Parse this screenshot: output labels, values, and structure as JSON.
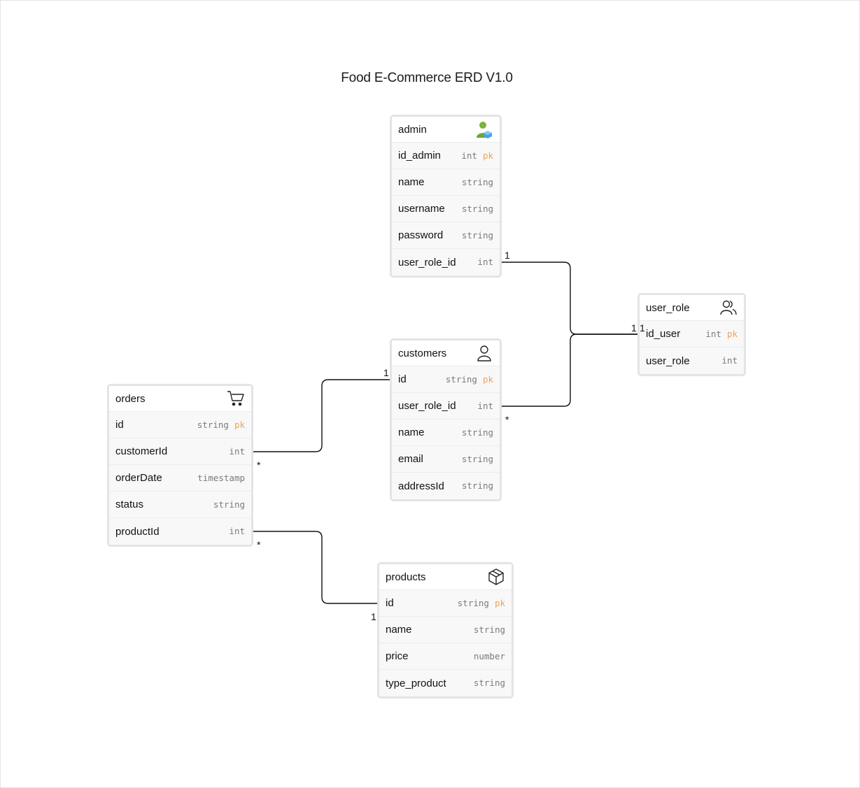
{
  "diagram": {
    "title": "Food E-Commerce ERD V1.0",
    "entities": [
      {
        "key": "admin",
        "name": "admin",
        "icon": "admin-user-icon",
        "fields": [
          {
            "name": "id_admin",
            "type": "int",
            "pk": "pk"
          },
          {
            "name": "name",
            "type": "string",
            "pk": ""
          },
          {
            "name": "username",
            "type": "string",
            "pk": ""
          },
          {
            "name": "password",
            "type": "string",
            "pk": ""
          },
          {
            "name": "user_role_id",
            "type": "int",
            "pk": ""
          }
        ]
      },
      {
        "key": "user_role",
        "name": "user_role",
        "icon": "users-icon",
        "fields": [
          {
            "name": "id_user",
            "type": "int",
            "pk": "pk"
          },
          {
            "name": "user_role",
            "type": "int",
            "pk": ""
          }
        ]
      },
      {
        "key": "customers",
        "name": "customers",
        "icon": "person-icon",
        "fields": [
          {
            "name": "id",
            "type": "string",
            "pk": "pk"
          },
          {
            "name": "user_role_id",
            "type": "int",
            "pk": ""
          },
          {
            "name": "name",
            "type": "string",
            "pk": ""
          },
          {
            "name": "email",
            "type": "string",
            "pk": ""
          },
          {
            "name": "addressId",
            "type": "string",
            "pk": ""
          }
        ]
      },
      {
        "key": "orders",
        "name": "orders",
        "icon": "cart-icon",
        "fields": [
          {
            "name": "id",
            "type": "string",
            "pk": "pk"
          },
          {
            "name": "customerId",
            "type": "int",
            "pk": ""
          },
          {
            "name": "orderDate",
            "type": "timestamp",
            "pk": ""
          },
          {
            "name": "status",
            "type": "string",
            "pk": ""
          },
          {
            "name": "productId",
            "type": "int",
            "pk": ""
          }
        ]
      },
      {
        "key": "products",
        "name": "products",
        "icon": "box-icon",
        "fields": [
          {
            "name": "id",
            "type": "string",
            "pk": "pk"
          },
          {
            "name": "name",
            "type": "string",
            "pk": ""
          },
          {
            "name": "price",
            "type": "number",
            "pk": ""
          },
          {
            "name": "type_product",
            "type": "string",
            "pk": ""
          }
        ]
      }
    ],
    "relations": [
      {
        "from": "admin.user_role_id",
        "to": "user_role.id_user",
        "from_card": "1",
        "to_card": "1"
      },
      {
        "from": "customers.user_role_id",
        "to": "user_role.id_user",
        "from_card": "*",
        "to_card": "1"
      },
      {
        "from": "orders.customerId",
        "to": "customers.id",
        "from_card": "*",
        "to_card": "1"
      },
      {
        "from": "orders.productId",
        "to": "products.id",
        "from_card": "*",
        "to_card": "1"
      }
    ],
    "colors": {
      "pk": "#f0a25a",
      "border": "#e4e4e4",
      "row_bg": "#f8f8f8",
      "line": "#111111"
    }
  }
}
